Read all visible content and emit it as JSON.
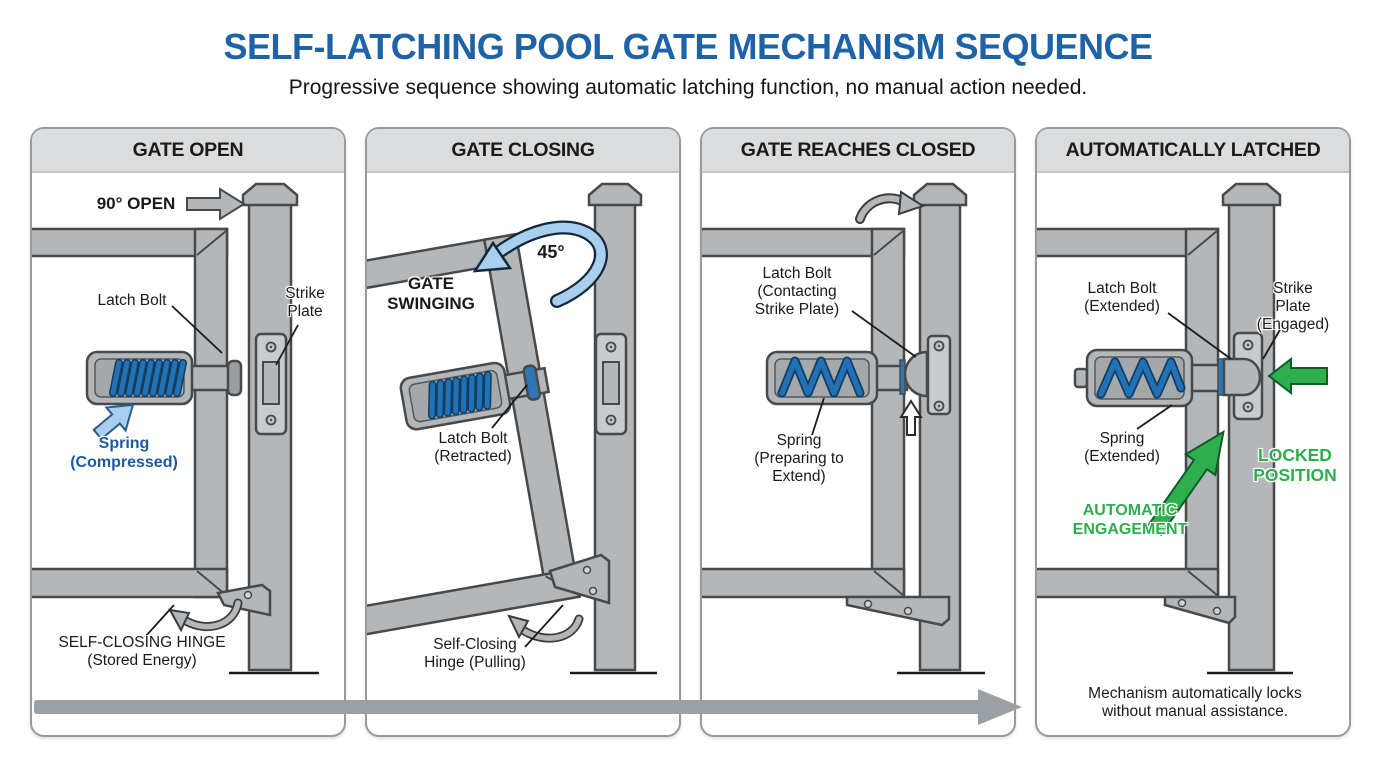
{
  "title": "SELF-LATCHING POOL GATE MECHANISM SEQUENCE",
  "subtitle": "Progressive sequence showing automatic latching function, no manual action needed.",
  "colors": {
    "title_blue": "#1e63a8",
    "label_blue": "#1b5a9e",
    "success_green": "#2fae4e",
    "metal_gray": "#b4b7b9",
    "metal_outline": "#47494b",
    "spring_blue": "#2371b5",
    "light_blue_arrow": "#a9cfee",
    "header_gray": "#dadcdd",
    "timeline_gray": "#9aa0a3"
  },
  "panels": [
    {
      "header": "GATE OPEN",
      "labels": {
        "angle": "90° OPEN",
        "latch_bolt": "Latch Bolt",
        "strike_plate": "Strike\nPlate",
        "spring": "Spring\n(Compressed)",
        "hinge": "SELF-CLOSING HINGE\n(Stored Energy)"
      }
    },
    {
      "header": "GATE CLOSING",
      "labels": {
        "angle": "45°",
        "swing": "GATE\nSWINGING",
        "latch_bolt": "Latch Bolt\n(Retracted)",
        "hinge": "Self-Closing\nHinge (Pulling)"
      }
    },
    {
      "header": "GATE REACHES CLOSED",
      "labels": {
        "latch_bolt": "Latch Bolt\n(Contacting\nStrike Plate)",
        "spring": "Spring\n(Preparing to\nExtend)"
      }
    },
    {
      "header": "AUTOMATICALLY LATCHED",
      "labels": {
        "latch_bolt": "Latch Bolt\n(Extended)",
        "strike_plate": "Strike Plate\n(Engaged)",
        "spring": "Spring\n(Extended)",
        "engagement": "AUTOMATIC\nENGAGEMENT",
        "locked": "LOCKED\nPOSITION",
        "caption": "Mechanism automatically locks\nwithout manual assistance."
      }
    }
  ]
}
